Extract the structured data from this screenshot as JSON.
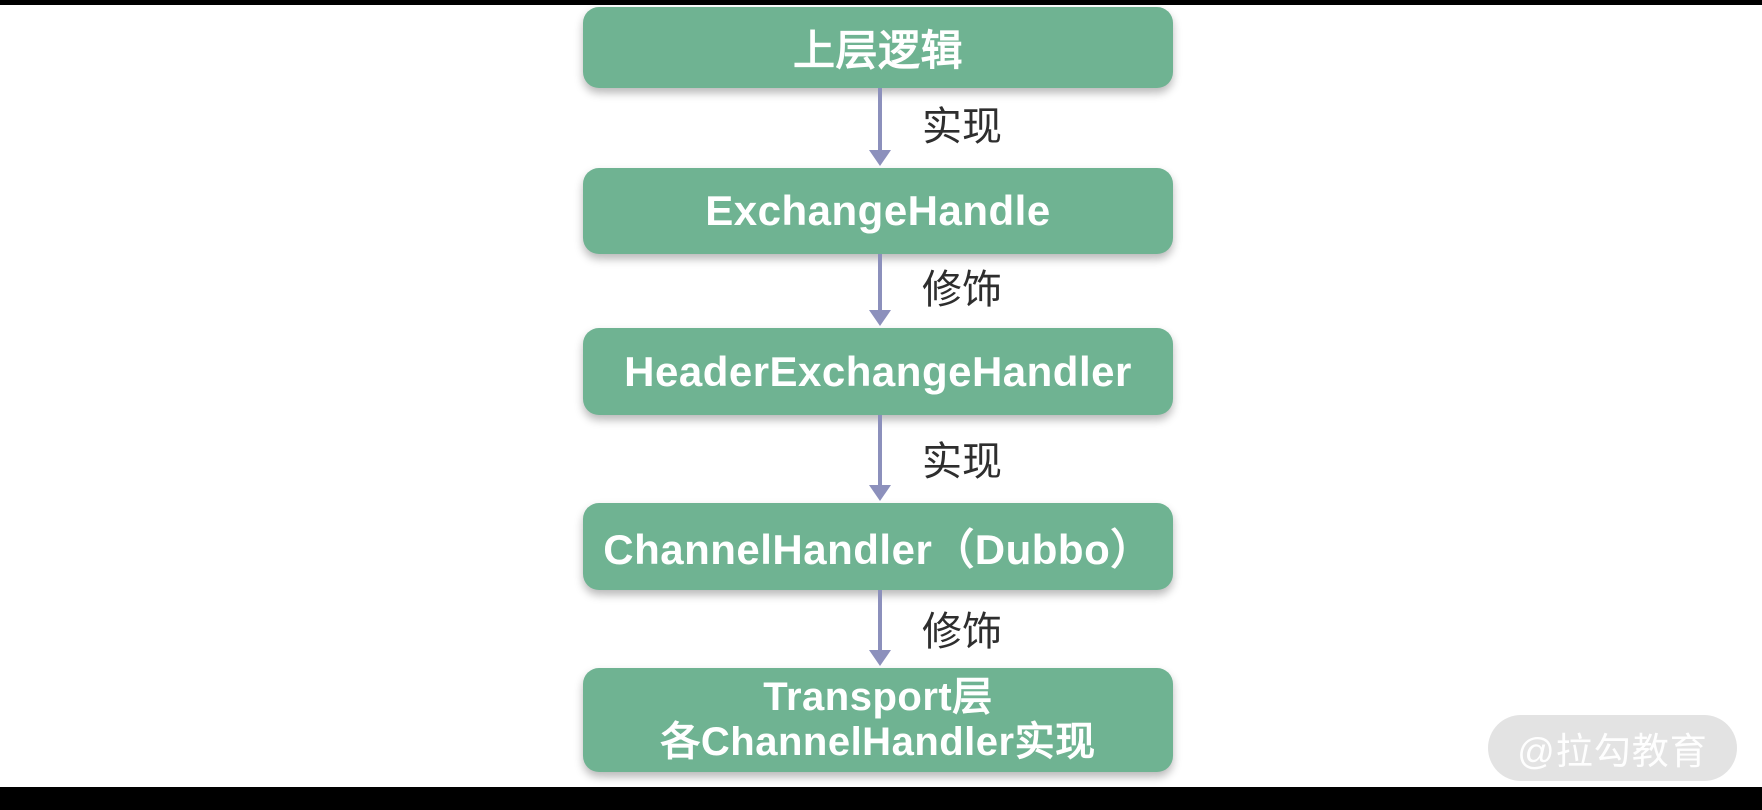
{
  "diagram": {
    "type": "flowchart",
    "direction": "top-down",
    "nodes": [
      {
        "id": "upper-logic",
        "label": "上层逻辑"
      },
      {
        "id": "exchange-handle",
        "label": "ExchangeHandle"
      },
      {
        "id": "header-exchange-handler",
        "label": "HeaderExchangeHandler"
      },
      {
        "id": "channel-handler-dubbo",
        "label": "ChannelHandler（Dubbo）"
      },
      {
        "id": "transport-channel-handlers",
        "lines": [
          "Transport层",
          "各ChannelHandler实现"
        ]
      }
    ],
    "edges": [
      {
        "from": "upper-logic",
        "to": "exchange-handle",
        "label": "实现"
      },
      {
        "from": "exchange-handle",
        "to": "header-exchange-handler",
        "label": "修饰"
      },
      {
        "from": "header-exchange-handler",
        "to": "channel-handler-dubbo",
        "label": "实现"
      },
      {
        "from": "channel-handler-dubbo",
        "to": "transport-channel-handlers",
        "label": "修饰"
      }
    ]
  },
  "watermark": {
    "text": "@拉勾教育"
  },
  "colors": {
    "background": "#FFFFFF",
    "letterbox": "#000000",
    "node_fill": "#6FB392",
    "node_text": "#FFFFFF",
    "arrow": "#8C90BC",
    "edge_label_text": "#2E2E2E",
    "watermark_bg": "#E3E3E3",
    "watermark_text": "#FFFFFF"
  }
}
